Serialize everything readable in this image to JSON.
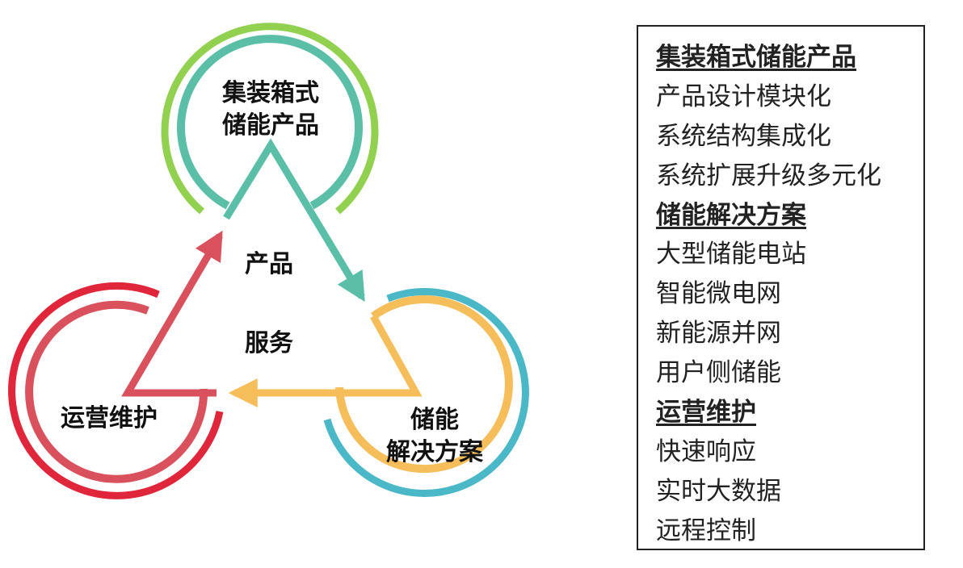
{
  "diagram": {
    "nodes": {
      "product": {
        "line1": "集装箱式",
        "line2": "储能产品"
      },
      "solution": {
        "line1": "储能",
        "line2": "解决方案"
      },
      "service": {
        "line1": "运营维护"
      }
    },
    "center_labels": {
      "top": "产品",
      "bottom": "服务"
    },
    "colors": {
      "green_outer": "#92D050",
      "teal": "#5BBFA8",
      "cyan_outer": "#4BB8C8",
      "orange": "#F5BE5A",
      "red_outer": "#E0263A",
      "red_inner": "#D9515C"
    }
  },
  "legend": {
    "sections": [
      {
        "heading": "集装箱式储能产品",
        "items": [
          "产品设计模块化",
          "系统结构集成化",
          "系统扩展升级多元化"
        ]
      },
      {
        "heading": "储能解决方案",
        "items": [
          "大型储能电站",
          "智能微电网",
          "新能源并网",
          "用户侧储能"
        ]
      },
      {
        "heading": "运营维护",
        "items": [
          "快速响应",
          "实时大数据",
          "远程控制"
        ]
      }
    ]
  }
}
